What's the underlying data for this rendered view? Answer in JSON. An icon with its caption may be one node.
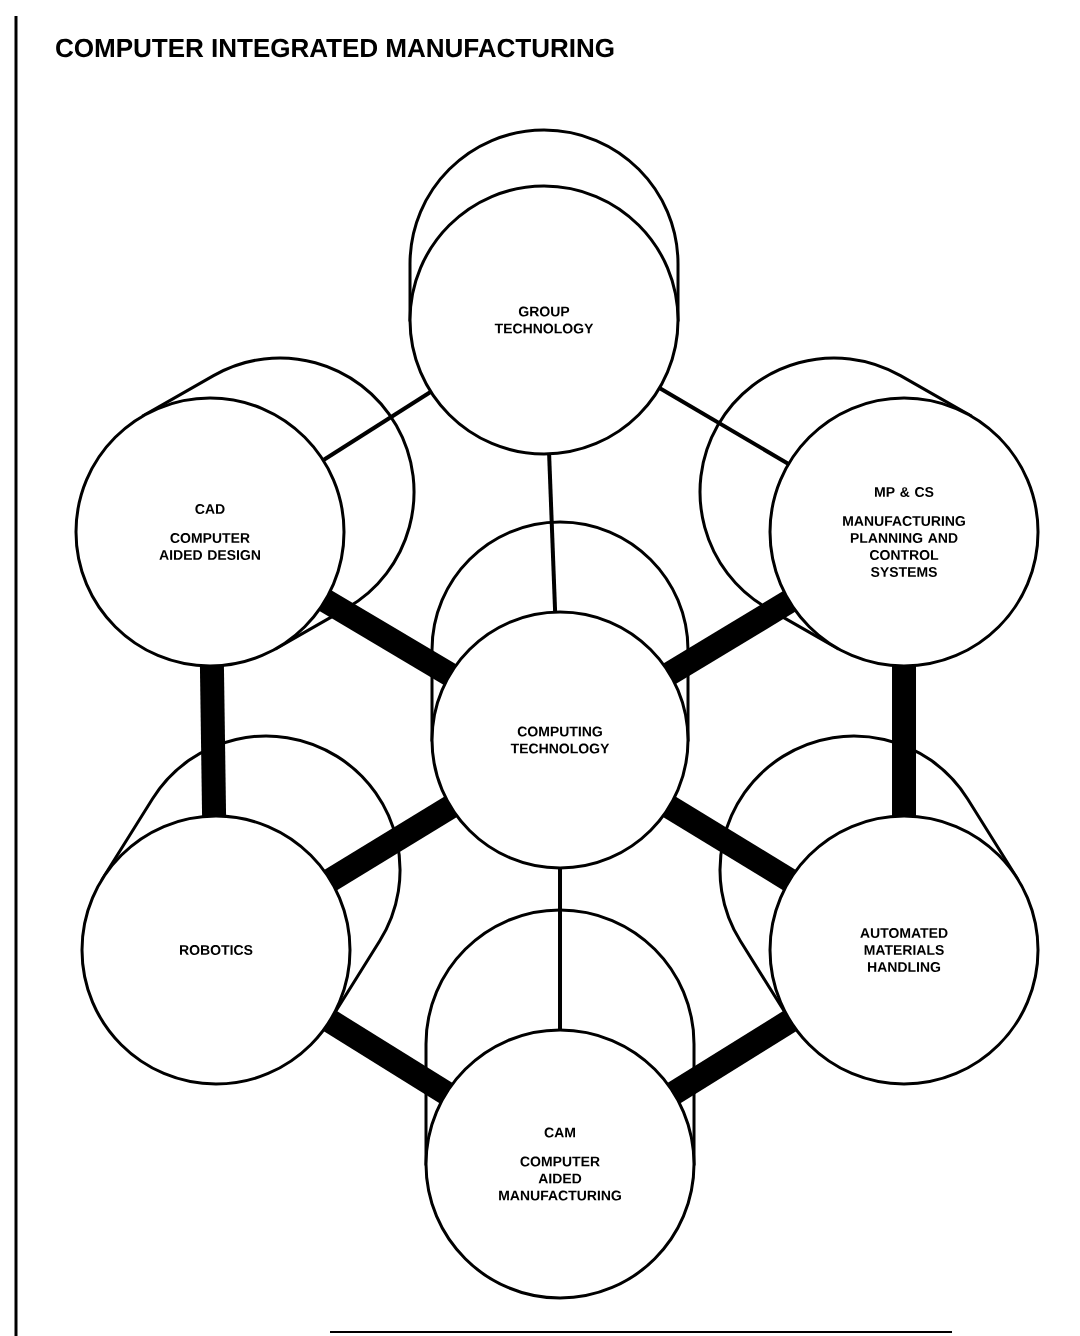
{
  "diagram": {
    "title": "COMPUTER INTEGRATED MANUFACTURING",
    "nodes": [
      {
        "text": [
          "GROUP TECHNOLOGY"
        ]
      },
      {
        "text": [
          "CAD",
          "COMPUTER AIDED DESIGN"
        ]
      },
      {
        "text": [
          "MP & CS",
          "MANUFACTURING PLANNING AND CONTROL SYSTEMS"
        ]
      },
      {
        "text": [
          "COMPUTING TECHNOLOGY"
        ]
      },
      {
        "text": [
          "ROBOTICS"
        ]
      },
      {
        "text": [
          "AUTOMATED MATERIALS HANDLING"
        ]
      },
      {
        "text": [
          "CAM",
          "COMPUTER AIDED MANUFACTURING"
        ]
      }
    ],
    "edges": [
      {
        "from": 3,
        "to": 0,
        "arrow": "none"
      },
      {
        "from": 3,
        "to": 1,
        "arrow": "none"
      },
      {
        "from": 3,
        "to": 2,
        "arrow": "none"
      },
      {
        "from": 3,
        "to": 4,
        "arrow": "none"
      },
      {
        "from": 3,
        "to": 5,
        "arrow": "none"
      },
      {
        "from": 3,
        "to": 6,
        "arrow": "none"
      },
      {
        "from": 0,
        "to": 1,
        "arrow": "none"
      },
      {
        "from": 0,
        "to": 2,
        "arrow": "none"
      },
      {
        "from": 1,
        "to": 4,
        "arrow": "none"
      },
      {
        "from": 2,
        "to": 5,
        "arrow": "none"
      },
      {
        "from": 4,
        "to": 6,
        "arrow": "none"
      },
      {
        "from": 5,
        "to": 6,
        "arrow": "none"
      }
    ]
  }
}
